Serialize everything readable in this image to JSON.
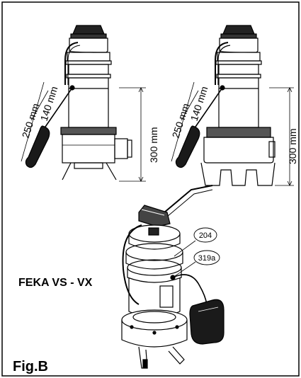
{
  "left_view": {
    "dim_short": "140 mm",
    "dim_long": "250 mm",
    "dim_height": "300 mm"
  },
  "right_view": {
    "dim_short": "140 mm",
    "dim_long": "250 mm",
    "dim_height": "300 mm"
  },
  "bottom_view": {
    "model_label": "FEKA VS - VX",
    "callout_upper": "204",
    "callout_lower": "319a"
  },
  "figure_label": "Fig.B"
}
